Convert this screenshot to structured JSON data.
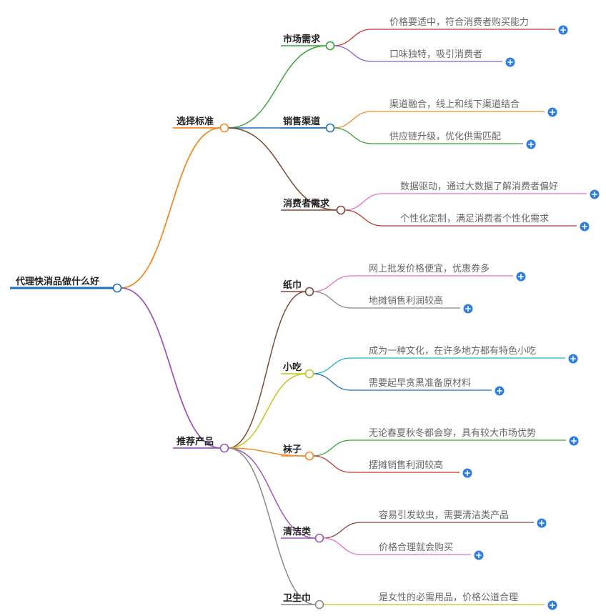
{
  "root": {
    "label": "代理快消品做什么好",
    "color": "#1f6fb2"
  },
  "branches": [
    {
      "id": "selection",
      "label": "选择标准",
      "color": "#f08a24",
      "children": [
        {
          "id": "market",
          "label": "市场需求",
          "color": "#3aa335",
          "leaves": [
            {
              "text": "价格要适中，符合消费者购买能力",
              "color": "#c0392b"
            },
            {
              "text": "口味独特，吸引消费者",
              "color": "#8e5ec9"
            }
          ]
        },
        {
          "id": "channel",
          "label": "销售渠道",
          "color": "#1f6fb2",
          "leaves": [
            {
              "text": "渠道融合，线上和线下渠道结合",
              "color": "#f08a24"
            },
            {
              "text": "供应链升级，优化供需匹配",
              "color": "#3aa335"
            }
          ]
        },
        {
          "id": "consumer",
          "label": "消费者需求",
          "color": "#7a4a3a",
          "leaves": [
            {
              "text": "数据驱动，通过大数据了解消费者偏好",
              "color": "#e36fc7"
            },
            {
              "text": "个性化定制，满足消费者个性化需求",
              "color": "#c0392b"
            }
          ]
        }
      ]
    },
    {
      "id": "recommend",
      "label": "推荐产品",
      "color": "#9b59b6",
      "children": [
        {
          "id": "tissue",
          "label": "纸巾",
          "color": "#7a4a3a",
          "leaves": [
            {
              "text": "网上批发价格便宜，优惠券多",
              "color": "#e36fc7"
            },
            {
              "text": "地摊销售利润较高",
              "color": "#888888"
            }
          ]
        },
        {
          "id": "snack",
          "label": "小吃",
          "color": "#c8c21e",
          "leaves": [
            {
              "text": "成为一种文化，在许多地方都有特色小吃",
              "color": "#22b5c8"
            },
            {
              "text": "需要起早贪黑准备原材料",
              "color": "#1f6fb2"
            }
          ]
        },
        {
          "id": "socks",
          "label": "袜子",
          "color": "#f08a24",
          "leaves": [
            {
              "text": "无论春夏秋冬都会穿，具有较大市场优势",
              "color": "#3aa335"
            },
            {
              "text": "摆摊销售利润较高",
              "color": "#c0392b"
            }
          ]
        },
        {
          "id": "cleaning",
          "label": "清洁类",
          "color": "#9b59b6",
          "leaves": [
            {
              "text": "容易引发蚊虫，需要清洁类产品",
              "color": "#7a4a3a"
            },
            {
              "text": "价格合理就会购买",
              "color": "#e36fc7"
            }
          ]
        },
        {
          "id": "sanitary",
          "label": "卫生巾",
          "color": "#888888",
          "leaves": [
            {
              "text": "是女性的必需用品，价格公道合理",
              "color": "#c8c21e"
            }
          ]
        }
      ]
    }
  ],
  "expand_icon": "plus-icon",
  "expand_color": "#2f7de1"
}
